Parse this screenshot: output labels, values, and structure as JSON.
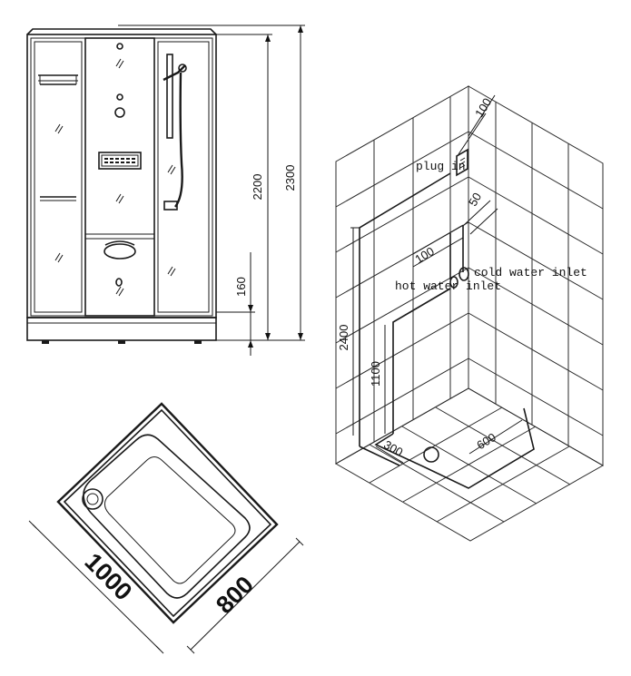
{
  "front_view": {
    "dimensions": {
      "total_height": "2300",
      "cabin_height": "2200",
      "base_height": "160"
    }
  },
  "install_view": {
    "labels": {
      "plug_in": "plug in",
      "cold_water_inlet": "cold water inlet",
      "hot_water_inlet": "hot water inlet"
    },
    "dimensions": {
      "plug_offset": "100",
      "pipe_offset": "50",
      "inlet_spacing": "100",
      "total_height": "2400",
      "inlet_height": "1100",
      "drain_side": "300",
      "drain_front": "600"
    }
  },
  "tray_view": {
    "dimensions": {
      "length": "1000",
      "width": "800"
    }
  }
}
